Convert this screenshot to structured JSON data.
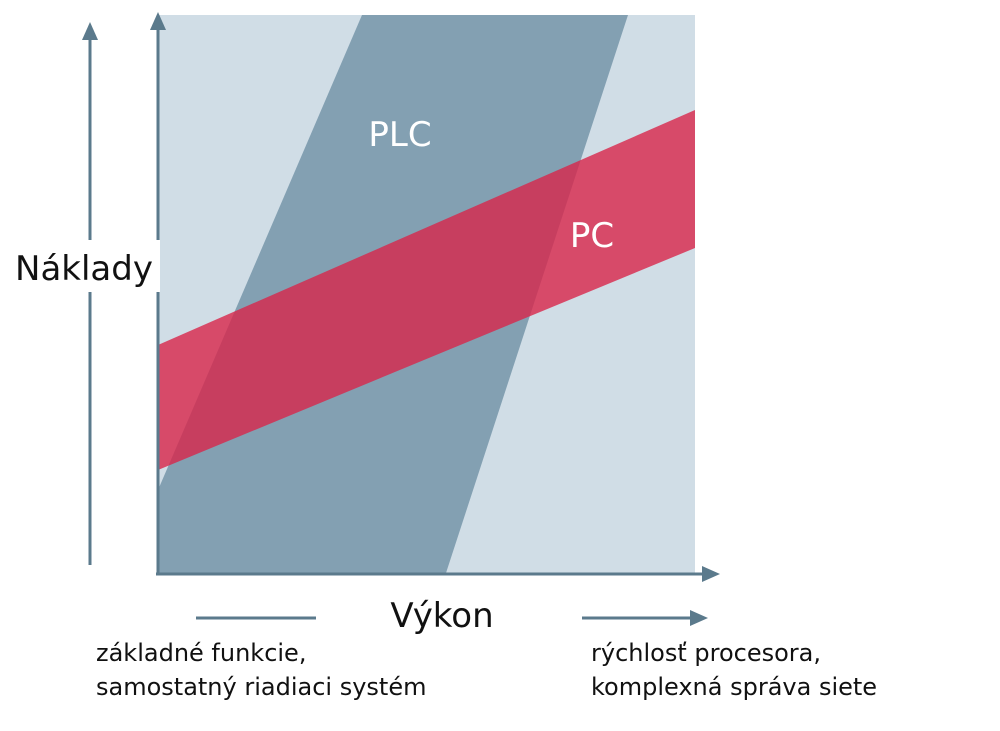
{
  "diagram": {
    "y_axis_label": "Náklady",
    "x_axis_label": "Výkon",
    "band_plc_label": "PLC",
    "band_pc_label": "PC",
    "low_end_lines": [
      "základné funkcie,",
      "samostatný riadiaci systém"
    ],
    "high_end_lines": [
      "rýchlosť procesora,",
      "komplexná správa siete"
    ]
  },
  "colors": {
    "plot_background": "#d0dde6",
    "plc_band": "#83a0b2",
    "pc_band": "#d8254a",
    "axis": "#5b7a8c",
    "label_white": "#ffffff",
    "text_dark": "#111111"
  }
}
